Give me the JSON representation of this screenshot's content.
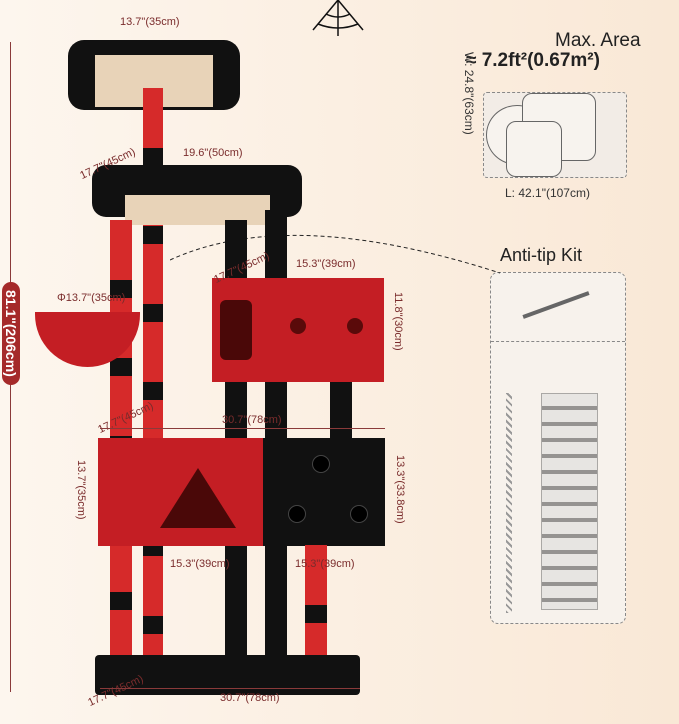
{
  "max_area": {
    "title": "Max. Area",
    "value": "≈ 7.2ft²(0.67m²)",
    "width": "W: 24.8\"(63cm)",
    "length": "L: 42.1\"(107cm)"
  },
  "anti_tip": {
    "title": "Anti-tip Kit"
  },
  "dimensions": {
    "total_height": "81.1\"(206cm)",
    "top_perch_width": "13.7\"(35cm)",
    "second_platform_depth": "17.7\"(45cm)",
    "second_platform_width": "19.6\"(50cm)",
    "condo_depth": "17.7\"(45cm)",
    "condo_width": "15.3\"(39cm)",
    "condo_height": "11.8\"(30cm)",
    "basket_diameter": "Φ13.7\"(35cm)",
    "middle_depth": "17.7\"(45cm)",
    "middle_width": "30.7\"(78cm)",
    "left_condo_height": "13.7\"(35cm)",
    "right_condo_height": "13.3\"(33.8cm)",
    "left_condo_width": "15.3\"(39cm)",
    "right_condo_width": "15.3\"(39cm)",
    "base_depth": "17.7\"(45cm)",
    "base_width": "30.7\"(78cm)"
  },
  "colors": {
    "red": "#c41e24",
    "black": "#111111",
    "beige": "#e8d3b8",
    "label": "#7a2c2c"
  }
}
